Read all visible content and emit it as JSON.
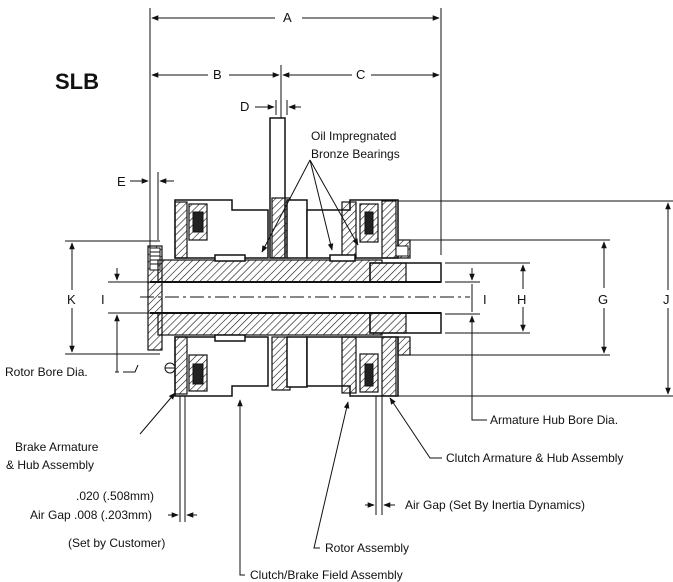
{
  "title": "SLB",
  "dimensions": {
    "A": "A",
    "B": "B",
    "C": "C",
    "D": "D",
    "E": "E",
    "G": "G",
    "H": "H",
    "I_left": "I",
    "I_right": "I",
    "J": "J",
    "K": "K"
  },
  "labels": {
    "bearings_line1": "Oil Impregnated",
    "bearings_line2": "Bronze Bearings",
    "rotor_bore": "Rotor Bore Dia.",
    "armature_hub_bore": "Armature Hub Bore Dia.",
    "brake_armature_line1": "Brake Armature",
    "brake_armature_line2": "& Hub Assembly",
    "clutch_armature": "Clutch Armature & Hub Assembly",
    "air_gap_customer_line1": ".020 (.508mm)",
    "air_gap_customer_line2": "Air Gap .008 (.203mm)",
    "set_by_customer": "(Set by Customer)",
    "air_gap_inertia": "Air Gap (Set By Inertia Dynamics)",
    "rotor_assembly": "Rotor Assembly",
    "field_assembly": "Clutch/Brake Field Assembly"
  }
}
